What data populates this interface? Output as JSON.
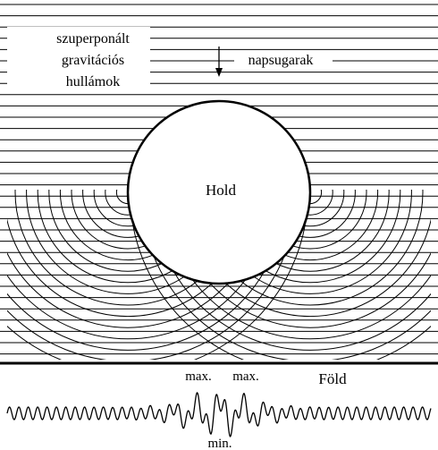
{
  "labels": {
    "waves_line1": "szuperponált",
    "waves_line2": "gravitációs",
    "waves_line3": "hullámok",
    "sunrays": "napsugarak",
    "moon": "Hold",
    "earth": "Föld",
    "max_left": "max.",
    "max_right": "max.",
    "min": "min."
  },
  "colors": {
    "ink": "#000000",
    "paper": "#ffffff"
  }
}
